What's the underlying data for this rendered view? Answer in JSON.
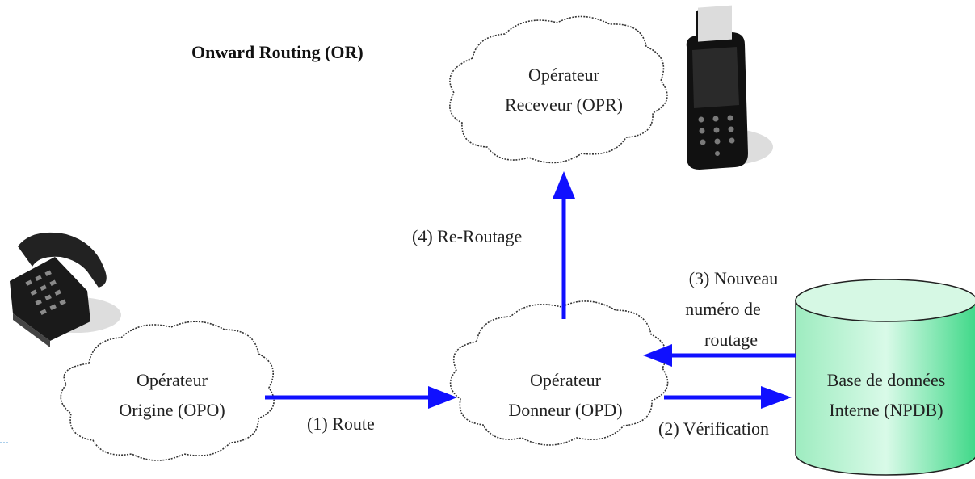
{
  "title": "Onward Routing (OR)",
  "colors": {
    "arrow": "#1010ff",
    "db_fill_top": "#c9f5dc",
    "db_fill_bottom": "#2fd67c",
    "cloud_fill": "#ffffff",
    "cloud_stroke": "#333333"
  },
  "nodes": {
    "opr": {
      "line1": "Opérateur",
      "line2": "Receveur (OPR)"
    },
    "opo": {
      "line1": "Opérateur",
      "line2": "Origine (OPO)"
    },
    "opd": {
      "line1": "Opérateur",
      "line2": "Donneur (OPD)"
    },
    "npdb": {
      "line1": "Base de données",
      "line2": "Interne (NPDB)"
    }
  },
  "arrows": {
    "route": "(1) Route",
    "verification": "(2) Vérification",
    "nouveau": {
      "line1": "(3) Nouveau",
      "line2": "numéro de",
      "line3": "routage"
    },
    "rerouting": "(4) Re-Routage"
  },
  "icons": {
    "mobile": "mobile-phone-icon",
    "desk": "desk-telephone-icon"
  }
}
